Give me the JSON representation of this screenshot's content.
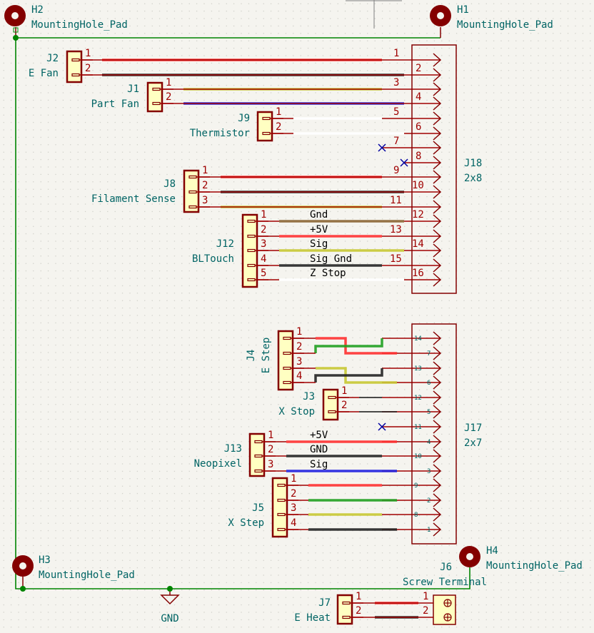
{
  "schematic": {
    "mounting_holes": [
      {
        "ref": "H2",
        "value": "MountingHole_Pad"
      },
      {
        "ref": "H1",
        "value": "MountingHole_Pad"
      },
      {
        "ref": "H3",
        "value": "MountingHole_Pad"
      },
      {
        "ref": "H4",
        "value": "MountingHole_Pad"
      }
    ],
    "power_symbol": {
      "net": "GND"
    },
    "connectors": {
      "J2": {
        "ref": "J2",
        "value": "E Fan",
        "pins": [
          "1",
          "2"
        ]
      },
      "J1": {
        "ref": "J1",
        "value": "Part Fan",
        "pins": [
          "1",
          "2"
        ]
      },
      "J9": {
        "ref": "J9",
        "value": "Thermistor",
        "pins": [
          "1",
          "2"
        ]
      },
      "J8": {
        "ref": "J8",
        "value": "Filament Sense",
        "pins": [
          "1",
          "2",
          "3"
        ]
      },
      "J12": {
        "ref": "J12",
        "value": "BLTouch",
        "pins": [
          "1",
          "2",
          "3",
          "4",
          "5"
        ]
      },
      "J4": {
        "ref": "J4",
        "value": "E Step",
        "pins": [
          "1",
          "2",
          "3",
          "4"
        ]
      },
      "J3": {
        "ref": "J3",
        "value": "X Stop",
        "pins": [
          "1",
          "2"
        ]
      },
      "J13": {
        "ref": "J13",
        "value": "Neopixel",
        "pins": [
          "1",
          "2",
          "3"
        ]
      },
      "J5": {
        "ref": "J5",
        "value": "X Step",
        "pins": [
          "1",
          "2",
          "3",
          "4"
        ]
      },
      "J7": {
        "ref": "J7",
        "value": "E Heat",
        "pins": [
          "1",
          "2"
        ]
      },
      "J6": {
        "ref": "J6",
        "value": "Screw Terminal",
        "pins": [
          "1",
          "2"
        ]
      },
      "J18": {
        "ref": "J18",
        "value": "2x8",
        "pins": [
          "1",
          "2",
          "3",
          "4",
          "5",
          "6",
          "7",
          "8",
          "9",
          "10",
          "11",
          "12",
          "13",
          "14",
          "15",
          "16"
        ]
      },
      "J17": {
        "ref": "J17",
        "value": "2x7",
        "pins": [
          "14",
          "7",
          "13",
          "6",
          "12",
          "5",
          "11",
          "4",
          "10",
          "3",
          "9",
          "2",
          "8",
          "1"
        ]
      }
    },
    "wire_labels": {
      "bltouch": [
        "Gnd",
        "+5V",
        "Sig",
        "Sig Gnd",
        "Z Stop"
      ],
      "neopixel": [
        "+5V",
        "GND",
        "Sig"
      ]
    },
    "wire_colors": {
      "red": "#ff3030",
      "black": "#222222",
      "yellow": "#c8c832",
      "blue": "#2020e0",
      "white": "#ffffff",
      "brown": "#8b6432",
      "green": "#20a020"
    },
    "theme": {
      "symbol": "#840000",
      "pin": "#a00000",
      "body_fill": "#ffffc2",
      "net_wire": "#008400",
      "text": "#006464",
      "no_connect": "#0000a0"
    }
  }
}
